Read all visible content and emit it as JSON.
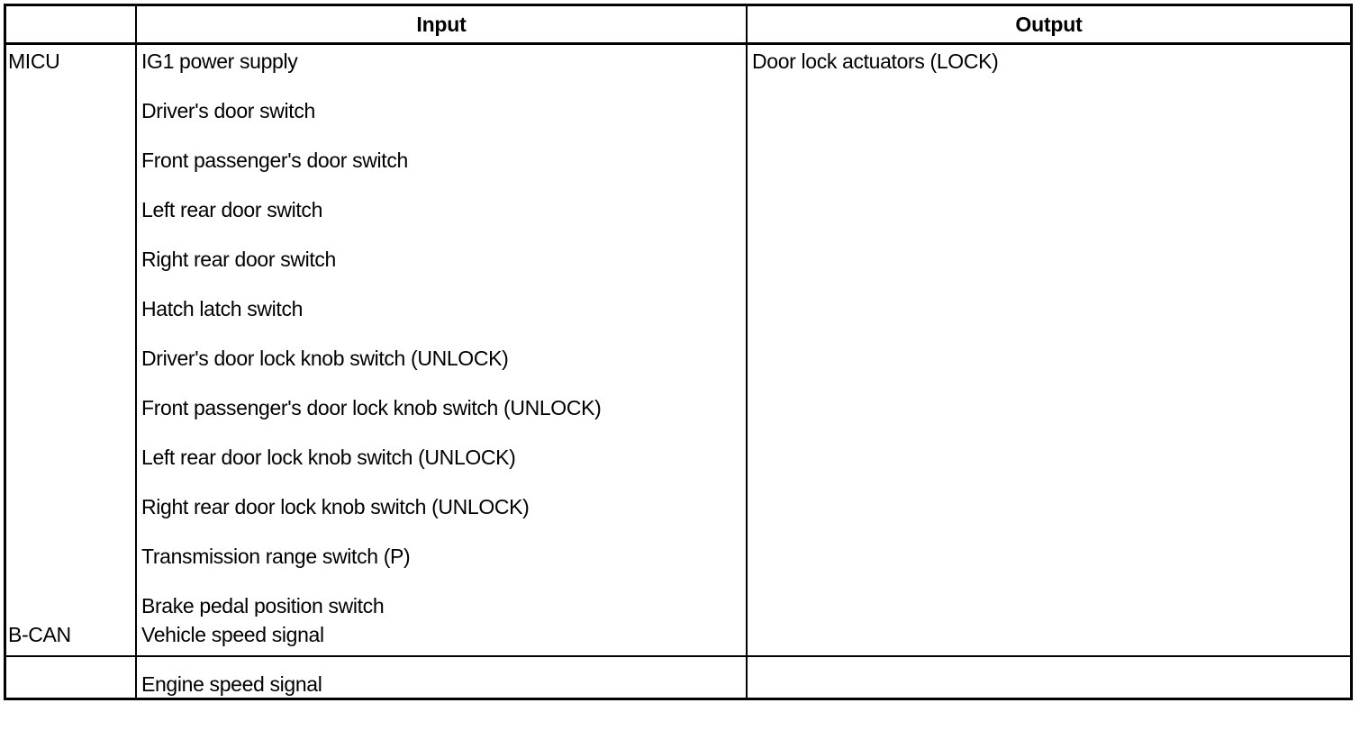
{
  "table": {
    "headers": {
      "blank": "",
      "input": "Input",
      "output": "Output"
    },
    "rows": [
      {
        "source": "MICU",
        "inputs": [
          "IG1 power supply",
          "Driver's door switch",
          "Front passenger's door switch",
          "Left rear door switch",
          "Right rear door switch",
          "Hatch latch switch",
          "Driver's door lock knob switch (UNLOCK)",
          "Front passenger's door lock knob switch (UNLOCK)",
          "Left rear door lock knob switch (UNLOCK)",
          "Right rear door lock knob switch (UNLOCK)",
          "Transmission range switch (P)",
          "Brake pedal position switch"
        ],
        "outputs": [
          "Door lock actuators (LOCK)"
        ]
      },
      {
        "source": "B-CAN",
        "inputs": [
          "Vehicle speed signal",
          "Engine speed signal"
        ],
        "outputs": []
      }
    ]
  },
  "style": {
    "border_color": "#000000",
    "text_color": "#000000",
    "background": "#ffffff"
  }
}
